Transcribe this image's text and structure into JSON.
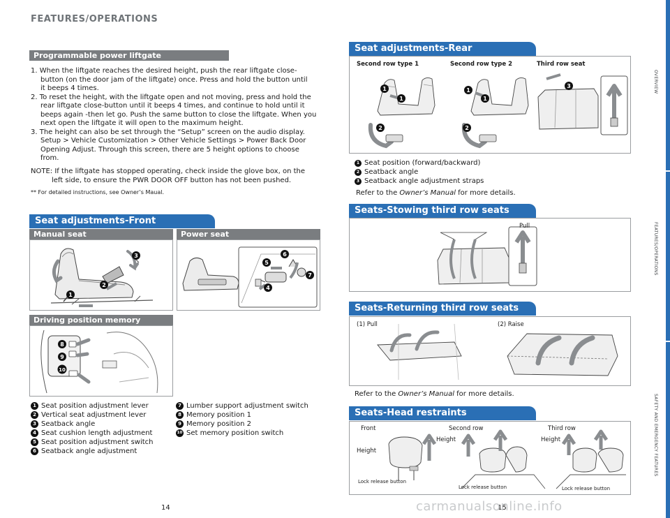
{
  "header": {
    "title": "FEATURES/OPERATIONS"
  },
  "liftgate": {
    "title": "Programmable power liftgate",
    "steps": [
      "1. When the liftgate reaches the desired height, push the rear liftgate close-",
      "button (on the door jam of the liftgate) once. Press and hold the button until",
      "it beeps 4 times.",
      "2. To reset the height, with the liftgate open and not moving, press and hold the",
      "rear liftgate close-button until it beeps 4 times, and continue to hold until it",
      "beeps again -then let go. Push the same button to close the liftgate. When you",
      "next open the liftgate it will open to the maximum height.",
      "3. The height can also be set through the “Setup” screen on the audio display.",
      "Setup > Vehicle Customization > Other Vehicle Settings > Power Back Door",
      "Opening Adjust. Through this screen, there are 5 height options to choose",
      "from."
    ],
    "note_line1": "NOTE: If the liftgate has stopped operating, check inside the glove box, on the",
    "note_line2": "left side, to ensure the PWR DOOR OFF button has not been pushed.",
    "footnote": "** For detailed instructions, see Owner’s Maual."
  },
  "front": {
    "title": "Seat adjustments-Front",
    "manual_label": "Manual seat",
    "power_label": "Power seat",
    "memory_label": "Driving position memory",
    "legend_left": [
      {
        "n": "1",
        "text": "Seat position adjustment lever"
      },
      {
        "n": "2",
        "text": "Vertical seat adjustment lever"
      },
      {
        "n": "3",
        "text": "Seatback angle"
      },
      {
        "n": "4",
        "text": "Seat cushion length adjustment"
      },
      {
        "n": "5",
        "text": "Seat position adjustment switch"
      },
      {
        "n": "6",
        "text": "Seatback angle adjustment"
      }
    ],
    "legend_right": [
      {
        "n": "7",
        "text": "Lumber support adjustment switch"
      },
      {
        "n": "8",
        "text": "Memory position 1"
      },
      {
        "n": "9",
        "text": "Memory position 2"
      },
      {
        "n": "10",
        "text": "Set memory position switch"
      }
    ]
  },
  "rear": {
    "title": "Seat adjustments-Rear",
    "col1": "Second row type 1",
    "col2": "Second row type 2",
    "col3": "Third row seat",
    "legend": [
      {
        "n": "1",
        "text": "Seat position (forward/backward)"
      },
      {
        "n": "2",
        "text": "Seatback angle"
      },
      {
        "n": "3",
        "text": "Seatback angle adjustment straps"
      }
    ],
    "refer_prefix": "Refer to the ",
    "refer_manual": "Owner’s Manual",
    "refer_suffix": " for more details."
  },
  "stowing": {
    "title": "Seats-Stowing third row seats",
    "pull_label": "Pull"
  },
  "returning": {
    "title": "Seats-Returning third row seats",
    "pull_label": "(1) Pull",
    "raise_label": "(2) Raise",
    "refer_prefix": "Refer to the ",
    "refer_manual": "Owner’s Manual",
    "refer_suffix": " for more details."
  },
  "head": {
    "title": "Seats-Head restraints",
    "col1": "Front",
    "col2": "Second row",
    "col3": "Third row",
    "height_label": "Height",
    "lock_label": "Lock release button"
  },
  "pages": {
    "left": "14",
    "right": "15"
  },
  "sidebar": {
    "overview": "OVERVIEW",
    "features": "FEATURES/OPERATIONS",
    "safety": "SAFETY AND EMERGENCY FEATURES"
  },
  "watermark": "carmanualsonline.info",
  "colors": {
    "accent_blue": "#2a6fb5",
    "gray_bar": "#7a7d80",
    "arrow_gray": "#8a8d90"
  }
}
